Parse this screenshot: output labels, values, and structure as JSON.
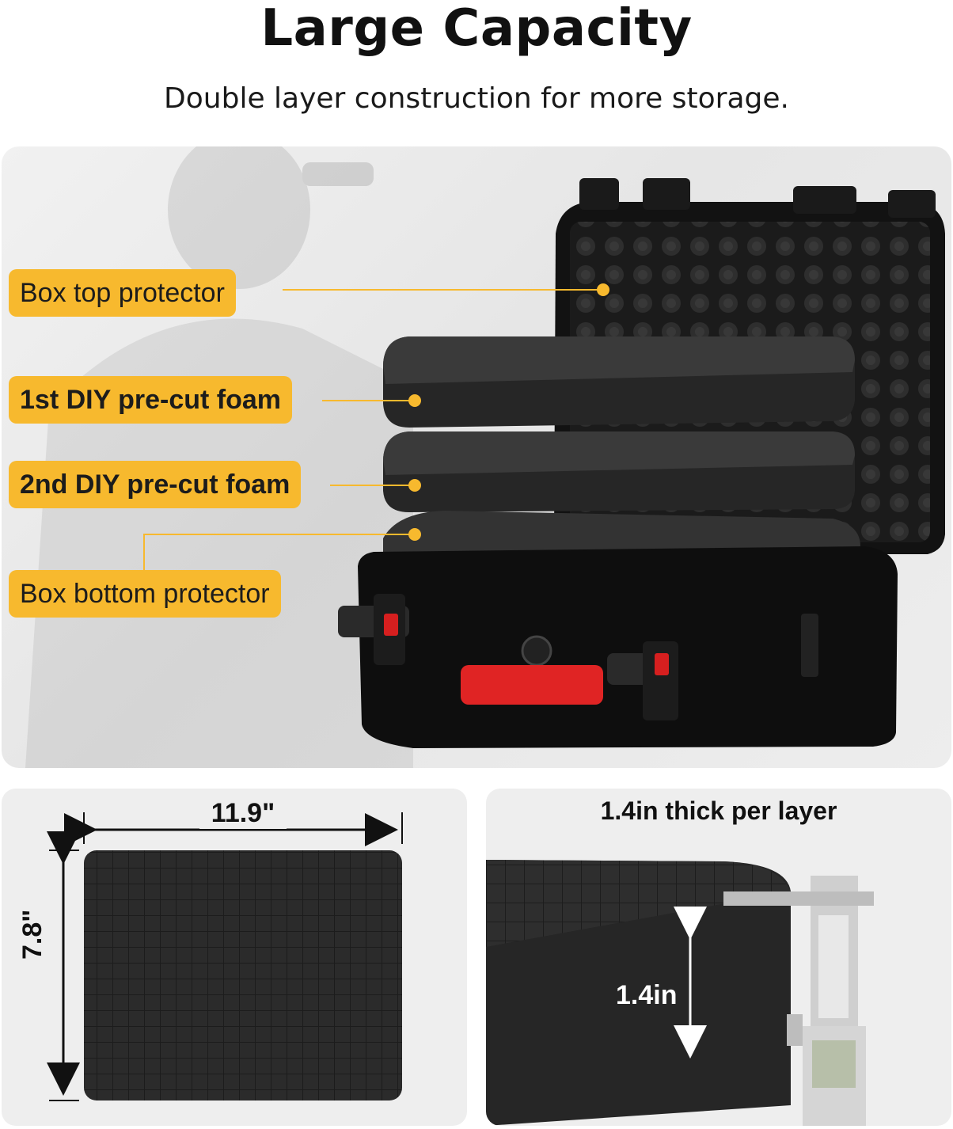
{
  "header": {
    "title": "Large Capacity",
    "subtitle": "Double layer construction for more storage."
  },
  "hero": {
    "labels": [
      {
        "text": "Box top protector"
      },
      {
        "text": "1st DIY pre-cut foam"
      },
      {
        "text": "2nd DIY pre-cut foam"
      },
      {
        "text": "Box bottom protector"
      }
    ],
    "accent_color": "#f7b92e"
  },
  "dimensions": {
    "width_label": "11.9\"",
    "height_label": "7.8\"",
    "thickness_title": "1.4in thick per layer",
    "thickness_label": "1.4in"
  }
}
